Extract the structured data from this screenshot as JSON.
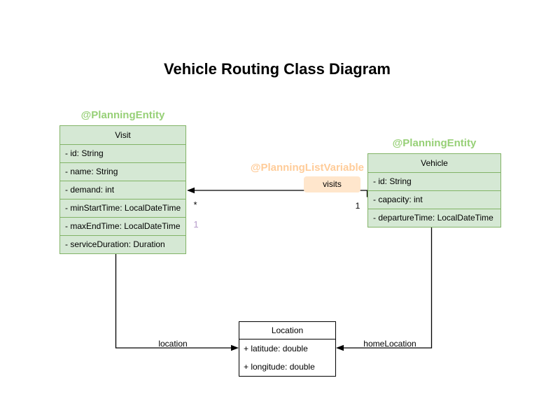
{
  "title": "Vehicle Routing Class Diagram",
  "colors": {
    "class_fill": "#d5e8d4",
    "class_border": "#82b366",
    "plain_class_border": "#000000",
    "entity_annotation_text": "#97d077",
    "list_variable_annotation_text": "#ffcc99",
    "visits_badge_bg": "#ffe6cc",
    "secondary_multiplicity_text": "#b59bc9",
    "connector": "#000000",
    "background": "#ffffff"
  },
  "classes": {
    "visit": {
      "annotation": "@PlanningEntity",
      "name": "Visit",
      "attributes": [
        "- id: String",
        "- name: String",
        "- demand: int",
        "- minStartTime: LocalDateTime",
        "- maxEndTime: LocalDateTime",
        "- serviceDuration: Duration"
      ]
    },
    "vehicle": {
      "annotation": "@PlanningEntity",
      "name": "Vehicle",
      "attributes": [
        "- id: String",
        "- capacity: int",
        "- departureTime: LocalDateTime"
      ]
    },
    "location": {
      "name": "Location",
      "attributes": [
        "+ latitude: double",
        "+ longitude: double"
      ]
    }
  },
  "edges": {
    "visits": {
      "annotation": "@PlanningListVariable",
      "label": "visits",
      "multiplicity_target": "*",
      "multiplicity_source": "1",
      "secondary_marker": "1"
    },
    "location": {
      "label": "location"
    },
    "home_location": {
      "label": "homeLocation"
    }
  }
}
